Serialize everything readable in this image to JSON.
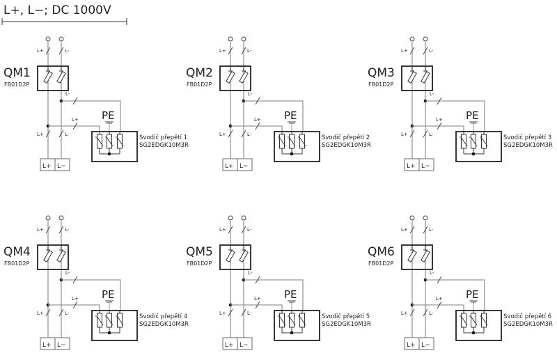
{
  "title": "L+, L−; DC 1000V",
  "wire_labels": {
    "plus": "L+",
    "minus": "L-"
  },
  "terminal_labels": {
    "plus": "L+",
    "minus": "L−"
  },
  "pe_label": "PE",
  "modules": [
    {
      "name": "QM1",
      "model": "FB01D2P",
      "spd_label": "Svodič přepětí 1",
      "spd_model": "SG2EDGK10M3R"
    },
    {
      "name": "QM2",
      "model": "FB01D2P",
      "spd_label": "Svodič přepětí 2",
      "spd_model": "SG2EDGK10M3R"
    },
    {
      "name": "QM3",
      "model": "FB01D2P",
      "spd_label": "Svodič přepětí 3",
      "spd_model": "SG2EDGK10M3R"
    },
    {
      "name": "QM4",
      "model": "FB01D2P",
      "spd_label": "Svodič přepětí 4",
      "spd_model": "SG2EDGK10M3R"
    },
    {
      "name": "QM5",
      "model": "FB01D2P",
      "spd_label": "Svodič přepětí 5",
      "spd_model": "SG2EDGK10M3R"
    },
    {
      "name": "QM6",
      "model": "FB01D2P",
      "spd_label": "Svodič přepětí 6",
      "spd_model": "SG2EDGK10M3R"
    }
  ]
}
